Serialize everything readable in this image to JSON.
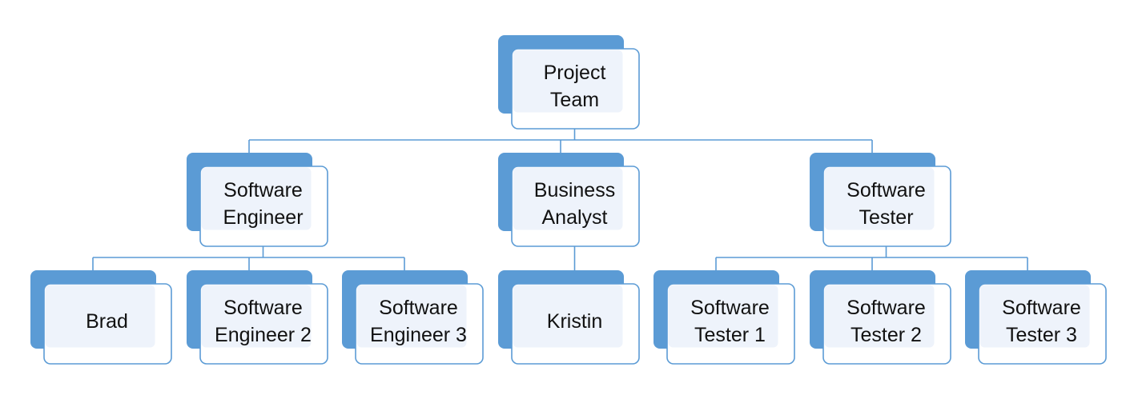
{
  "org_chart": {
    "root": {
      "id": "project-team",
      "label": [
        "Project",
        "Team"
      ],
      "children": [
        {
          "id": "software-engineer",
          "label": [
            "Software",
            "Engineer"
          ],
          "children": [
            {
              "id": "brad",
              "label": [
                "Brad"
              ]
            },
            {
              "id": "software-engineer-2",
              "label": [
                "Software",
                "Engineer 2"
              ]
            },
            {
              "id": "software-engineer-3",
              "label": [
                "Software",
                "Engineer 3"
              ]
            }
          ]
        },
        {
          "id": "business-analyst",
          "label": [
            "Business",
            "Analyst"
          ],
          "children": [
            {
              "id": "kristin",
              "label": [
                "Kristin"
              ]
            }
          ]
        },
        {
          "id": "software-tester",
          "label": [
            "Software",
            "Tester"
          ],
          "children": [
            {
              "id": "software-tester-1",
              "label": [
                "Software",
                "Tester 1"
              ]
            },
            {
              "id": "software-tester-2",
              "label": [
                "Software",
                "Tester 2"
              ]
            },
            {
              "id": "software-tester-3",
              "label": [
                "Software",
                "Tester 3"
              ]
            }
          ]
        }
      ]
    },
    "colors": {
      "accent": "#5b9bd5",
      "box_fill": "#ffffff",
      "box_inner_fill": "#eef3fb",
      "text": "#111111"
    }
  }
}
